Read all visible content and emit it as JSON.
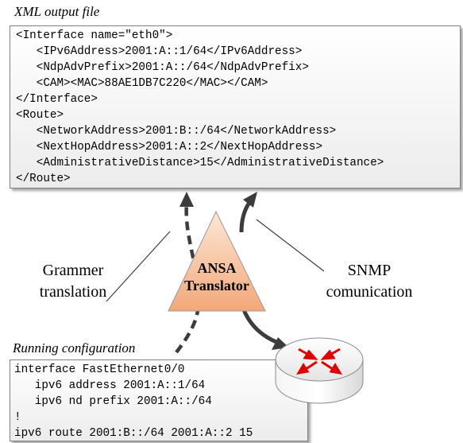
{
  "xml_file": {
    "title": "XML output file",
    "lines": [
      "<Interface name=\"eth0\">",
      "   <IPv6Address>2001:A::1/64</IPv6Address>",
      "   <NdpAdvPrefix>2001:A::/64</NdpAdvPrefix>",
      "   <CAM><MAC>88AE1DB7C220</MAC></CAM>",
      "</Interface>",
      "<Route>",
      "   <NetworkAddress>2001:B::/64</NetworkAddress>",
      "   <NextHopAddress>2001:A::2</NextHopAddress>",
      "   <AdministrativeDistance>15</AdministrativeDistance>",
      "</Route>"
    ]
  },
  "running_config": {
    "title": "Running configuration",
    "lines": [
      "interface FastEthernet0/0",
      "   ipv6 address 2001:A::1/64",
      "   ipv6 nd prefix 2001:A::/64",
      "!",
      "ipv6 route 2001:B::/64 2001:A::2 15"
    ]
  },
  "translator": {
    "line1": "ANSA",
    "line2": "Translator"
  },
  "labels": {
    "grammar_line1": "Grammer",
    "grammar_line2": "translation",
    "snmp_line1": "SNMP",
    "snmp_line2": "comunication"
  },
  "colors": {
    "triangle_fill_top": "#fde7d6",
    "triangle_fill_bottom": "#f2a878",
    "arrow": "#3c3c3c",
    "router_arrow": "#e00000"
  },
  "icons": [
    "router-icon"
  ]
}
